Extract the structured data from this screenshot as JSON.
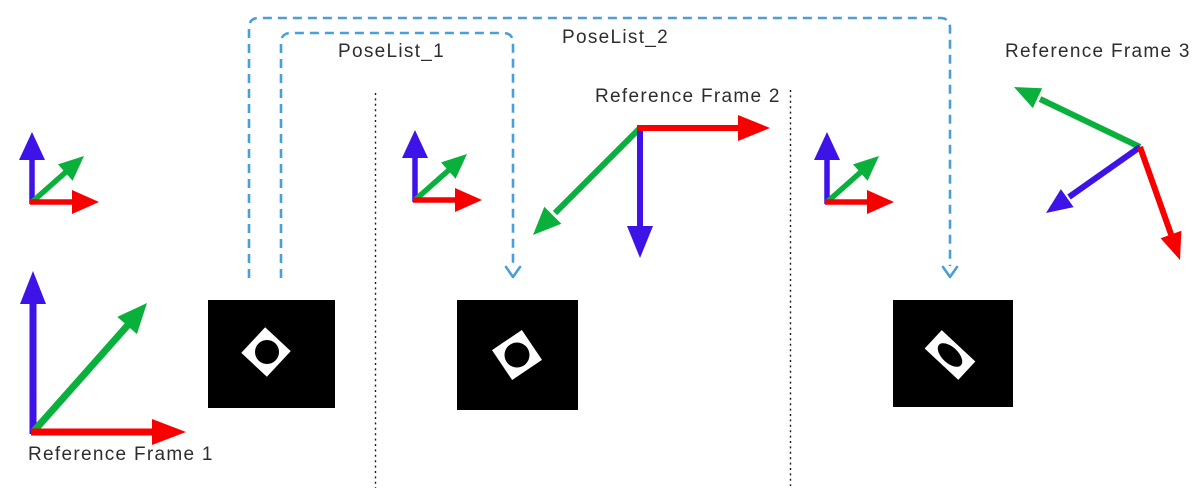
{
  "diagram": {
    "pose_lists": [
      {
        "label": "PoseList_1"
      },
      {
        "label": "PoseList_2"
      }
    ],
    "reference_frames": [
      {
        "label": "Reference Frame 1"
      },
      {
        "label": "Reference Frame 2"
      },
      {
        "label": "Reference Frame 3"
      }
    ],
    "markers": [
      {
        "name": "fiducial-marker-view-1"
      },
      {
        "name": "fiducial-marker-view-2"
      },
      {
        "name": "fiducial-marker-view-3"
      }
    ],
    "colors": {
      "background": "#ffffff",
      "axis_x_red": "#f80000",
      "axis_y_green": "#09b13c",
      "axis_z_blue": "#3e13e8",
      "pose_list_dashed_blue": "#4a9fd8",
      "separator_dotted_black": "#1a1a1a",
      "marker_background_black": "#000000",
      "marker_shape_white": "#ffffff",
      "label_text": "#2d2d2d"
    }
  }
}
